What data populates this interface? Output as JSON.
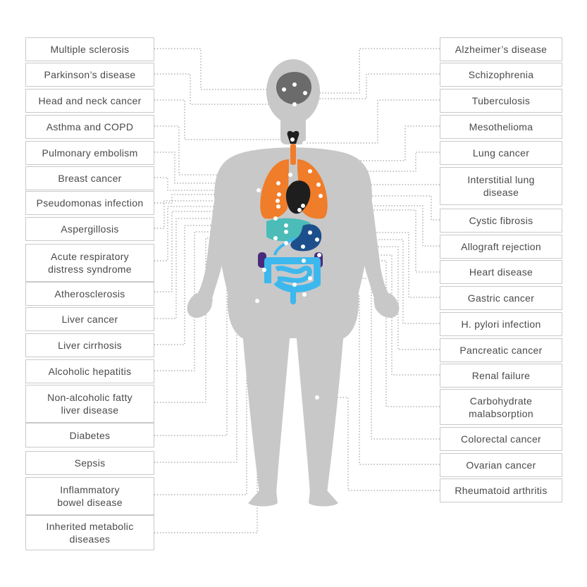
{
  "left_labels": [
    "Multiple sclerosis",
    "Parkinson’s disease",
    "Head and neck cancer",
    "Asthma and COPD",
    "Pulmonary embolism",
    "Breast cancer",
    "Pseudomonas infection",
    "Aspergillosis",
    "Acute respiratory\ndistress syndrome",
    "Atherosclerosis",
    "Liver cancer",
    "Liver cirrhosis",
    "Alcoholic hepatitis",
    "Non-alcoholic fatty\nliver disease",
    "Diabetes",
    "Sepsis",
    "Inflammatory\nbowel disease",
    "Inherited metabolic\ndiseases"
  ],
  "right_labels": [
    "Alzheimer’s disease",
    "Schizophrenia",
    "Tuberculosis",
    "Mesothelioma",
    "Lung cancer",
    "Interstitial lung\ndisease",
    "Cystic fibrosis",
    "Allograft rejection",
    "Heart disease",
    "Gastric cancer",
    "H. pylori infection",
    "Pancreatic cancer",
    "Renal failure",
    "Carbohydrate\nmalabsorption",
    "Colorectal cancer",
    "Ovarian cancer",
    "Rheumatoid arthritis"
  ],
  "colors": {
    "body": "#c8c8c8",
    "lungs": "#f07d2a",
    "brain": "#6b6b6b",
    "heart": "#1e1e1e",
    "liver": "#4bbcb8",
    "stomach": "#1c4f8c",
    "intestine": "#3db8ee",
    "spleen": "#4a2a7a",
    "marker": "#ffffff",
    "connector": "#8a8a8a",
    "box_border": "#c9c9c9",
    "text": "#4a4a4a"
  }
}
